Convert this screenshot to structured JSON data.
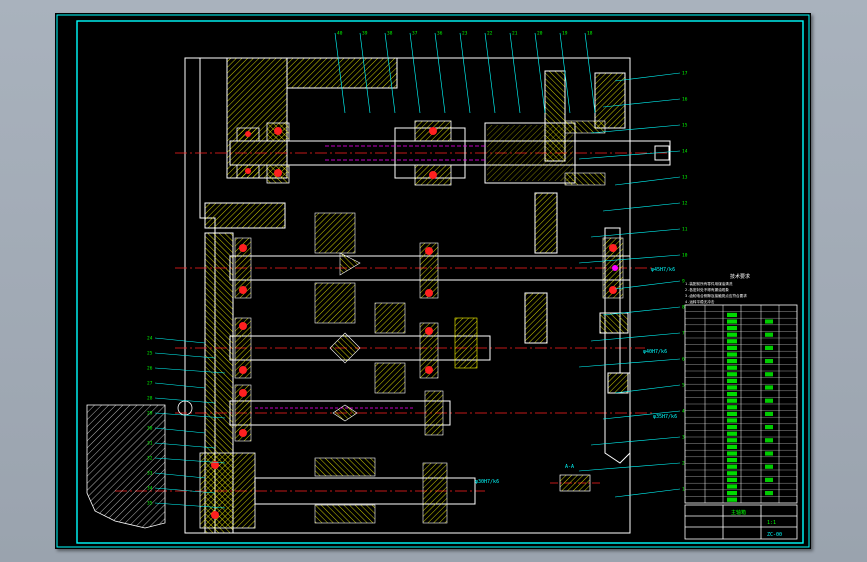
{
  "drawing": {
    "background_color": "#000000",
    "viewport_color": "#9fa8b3",
    "colors": {
      "frame": "#00ffff",
      "outline": "#ffffff",
      "hatch": "#ffff00",
      "green": "#00ff00",
      "center": "#ff2020",
      "magenta": "#ff00ff",
      "blue": "#2060ff"
    },
    "notes_title": "技术要求",
    "notes_lines": [
      "1.装配前所有零件用煤油清洗",
      "2.各密封处不得有漏油现象",
      "3.齿轮啮合侧隙及接触斑点应符合要求",
      "4.运转平稳无冲击"
    ],
    "dim_labels": [
      "φ45H7/k6",
      "φ40H7/k6",
      "φ35H7/k6",
      "φ30H7/k6"
    ],
    "balloons_left": [
      "24",
      "25",
      "26",
      "27",
      "28",
      "29",
      "30",
      "31",
      "32",
      "33",
      "34",
      "35"
    ],
    "balloons_right": [
      "17",
      "16",
      "15",
      "14",
      "13",
      "12",
      "11",
      "10",
      "9",
      "8",
      "7",
      "6",
      "5",
      "4",
      "3",
      "2",
      "1"
    ],
    "balloons_top": [
      "40",
      "39",
      "38",
      "37",
      "36",
      "23",
      "22",
      "21",
      "20",
      "19",
      "18"
    ],
    "section_label": "A-A",
    "title_block": {
      "name": "主轴箱",
      "drawing_no": "ZC-00",
      "sheet": "1:1"
    }
  }
}
